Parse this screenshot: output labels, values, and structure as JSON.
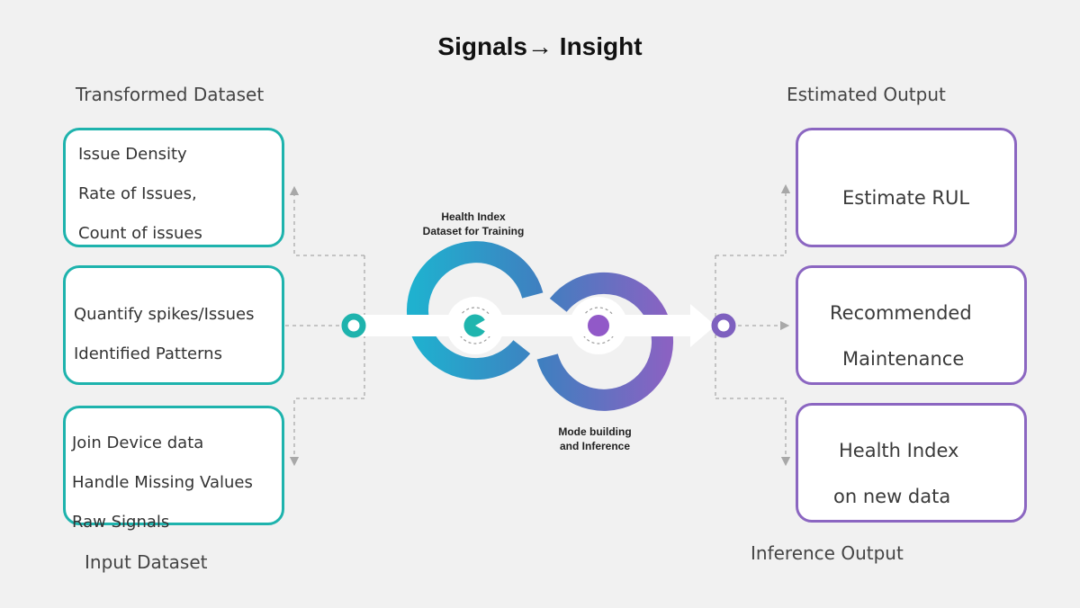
{
  "title": "Signals→ Insight",
  "left": {
    "top_label": "Transformed Dataset",
    "bottom_label": "Input Dataset",
    "boxes": [
      {
        "items": [
          "Issue Density",
          "Rate of Issues,",
          "Count of issues"
        ]
      },
      {
        "items": [
          "Quantify spikes/Issues",
          "Identified Patterns"
        ]
      },
      {
        "items": [
          "Join Device data",
          "Handle Missing Values",
          "Raw Signals"
        ]
      }
    ]
  },
  "center": {
    "top_label_line1": "Health Index",
    "top_label_line2": "Dataset for Training",
    "bottom_label_line1": "Mode building",
    "bottom_label_line2": "and Inference"
  },
  "right": {
    "top_label": "Estimated Output",
    "bottom_label": "Inference Output",
    "boxes": [
      {
        "items": [
          "Estimate RUL"
        ]
      },
      {
        "items": [
          "Recommended",
          "Maintenance"
        ]
      },
      {
        "items": [
          "Health Index",
          "on new data"
        ]
      }
    ]
  },
  "colors": {
    "teal": "#1eb3ad",
    "purple": "#8b66c1",
    "blue": "#3f7fc0"
  },
  "icons": [
    "pacman-icon",
    "dot-icon"
  ]
}
